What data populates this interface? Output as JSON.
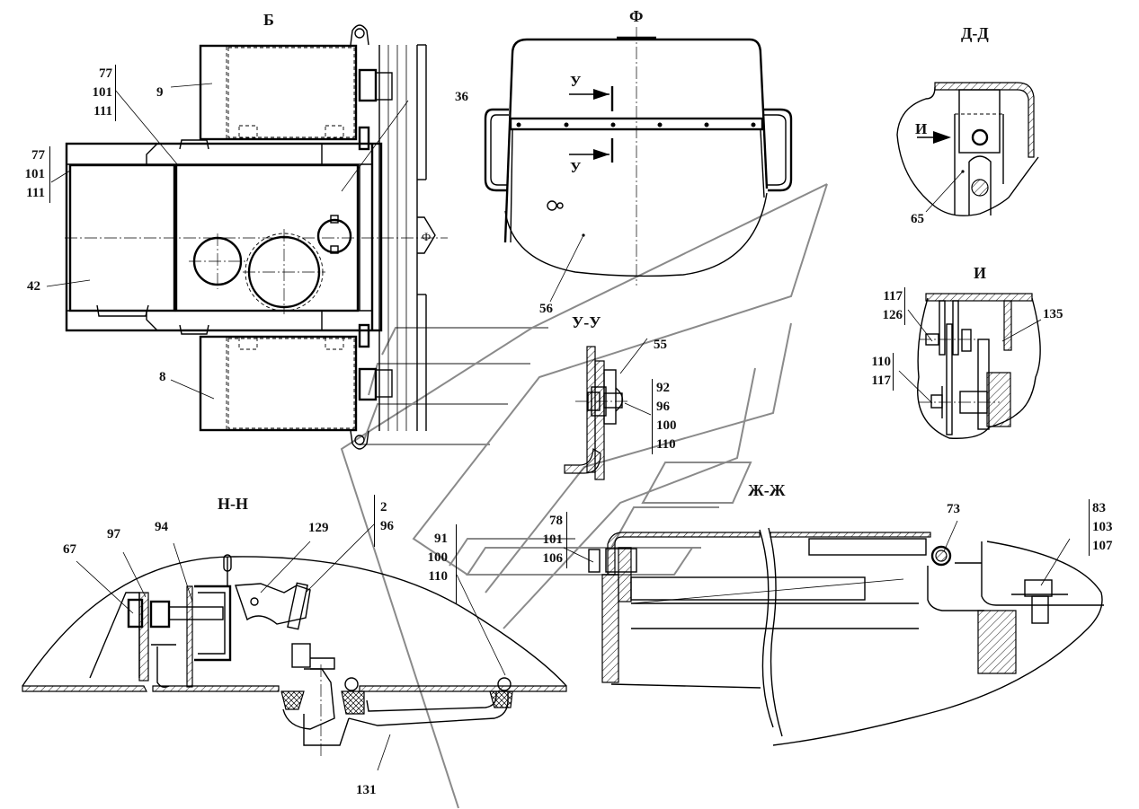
{
  "drawing": {
    "views": {
      "b": {
        "title": "Б"
      },
      "f": {
        "title": "Ф",
        "marker": "Ф"
      },
      "dd": {
        "title": "Д-Д",
        "arrow_label": "И"
      },
      "i": {
        "title": "И"
      },
      "uu": {
        "title": "У-У",
        "section_mark_top": "У",
        "section_mark_bottom": "У"
      },
      "nn": {
        "title": "Н-Н"
      },
      "zhzh": {
        "title": "Ж-Ж"
      }
    },
    "callouts": {
      "b_top_stack": [
        "77",
        "101",
        "111"
      ],
      "b_left_stack": [
        "77",
        "101",
        "111"
      ],
      "p9": "9",
      "p36": "36",
      "p42": "42",
      "p8": "8",
      "p56": "56",
      "p65": "65",
      "i_stack_top": [
        "117",
        "126"
      ],
      "i_stack_bottom": [
        "110",
        "117"
      ],
      "p135": "135",
      "p55": "55",
      "uu_stack": [
        "92",
        "96",
        "100",
        "110"
      ],
      "p67": "67",
      "p97": "97",
      "p94": "94",
      "p129": "129",
      "nn_stack": [
        "2",
        "96"
      ],
      "mid_stack": [
        "91",
        "100",
        "110"
      ],
      "zh_stack": [
        "78",
        "101",
        "106"
      ],
      "p73": "73",
      "zh_right_stack": [
        "83",
        "103",
        "107"
      ],
      "p131": "131"
    },
    "colors": {
      "line": "#000000",
      "watermark": "#8a8a8a",
      "background": "#ffffff"
    }
  }
}
